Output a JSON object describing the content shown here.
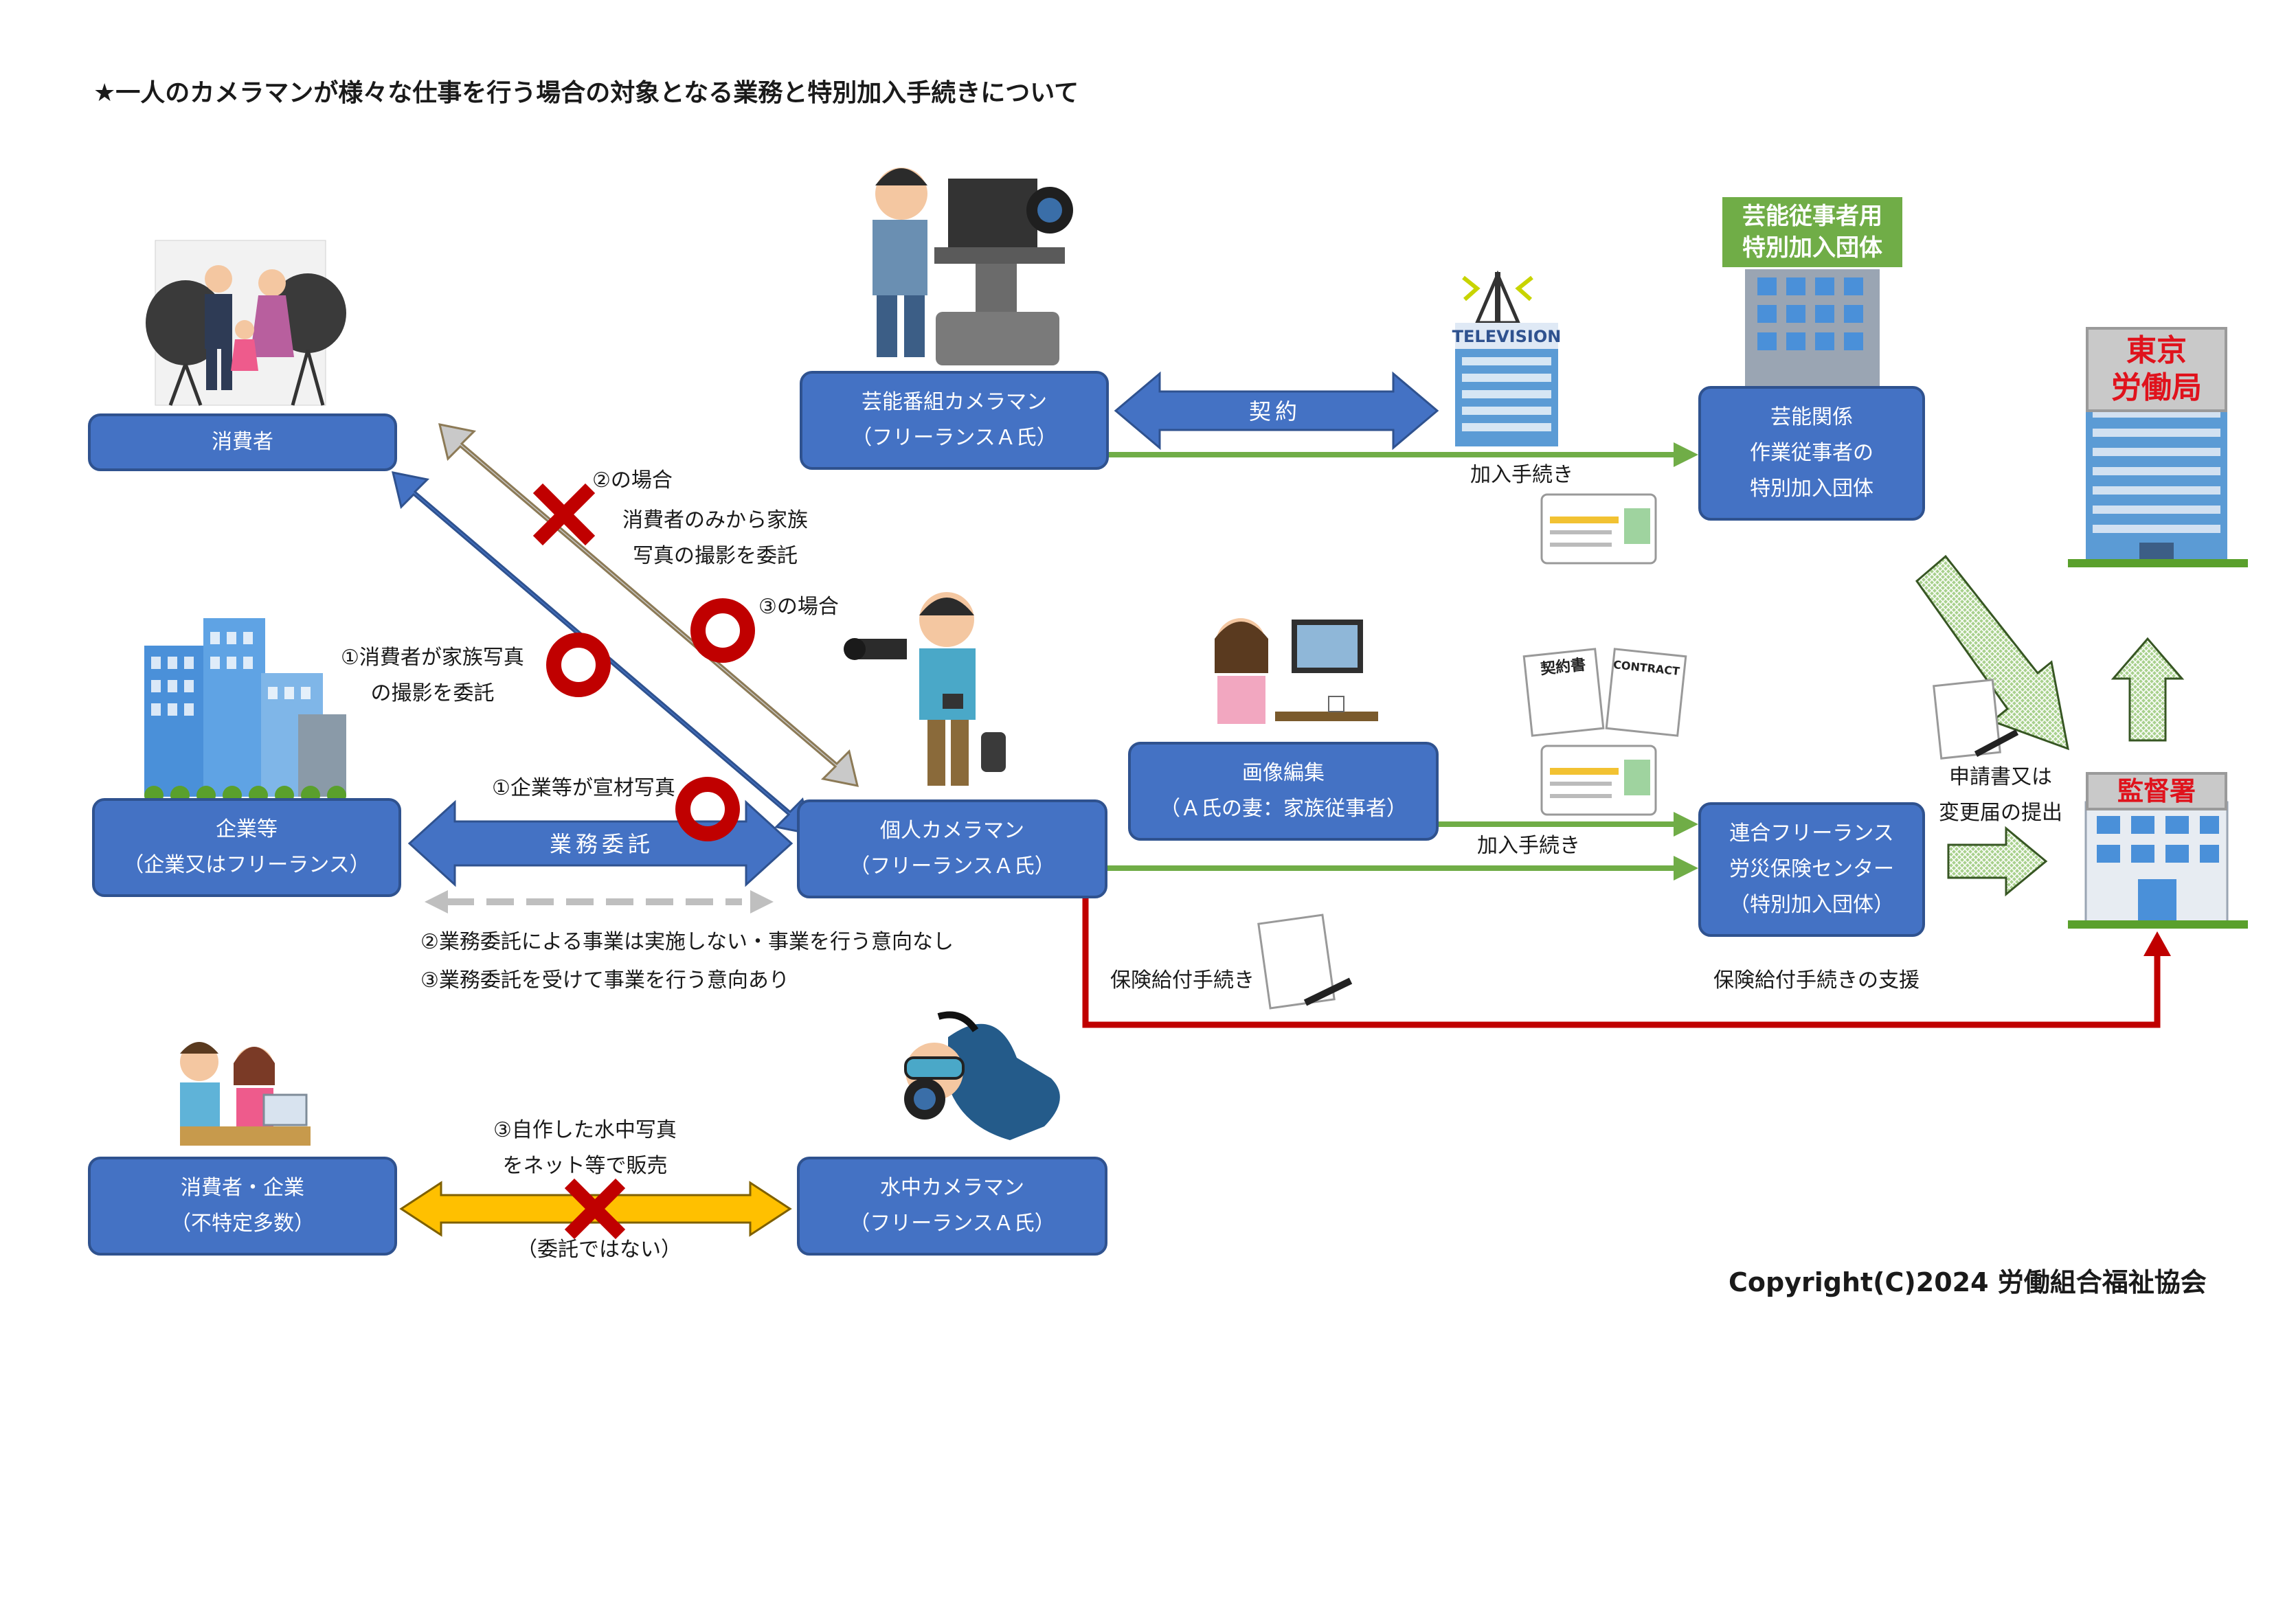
{
  "title": "★一人のカメラマンが様々な仕事を行う場合の対象となる業務と特別加入手続きについて",
  "copyright": "Copyright(C)2024 労働組合福祉協会",
  "nodes": {
    "consumer": "消費者",
    "company": [
      "企業等",
      "（企業又はフリーランス）"
    ],
    "consumer_business": [
      "消費者・企業",
      "（不特定多数）"
    ],
    "tv_cameraman": [
      "芸能番組カメラマン",
      "（フリーランスＡ氏）"
    ],
    "personal_cameraman": [
      "個人カメラマン",
      "（フリーランスＡ氏）"
    ],
    "underwater_cameraman": [
      "水中カメラマン",
      "（フリーランスＡ氏）"
    ],
    "image_editing": [
      "画像編集",
      "（Ａ氏の妻：家族従事者）"
    ],
    "entertainment_group": [
      "芸能関係",
      "作業従事者の",
      "特別加入団体"
    ],
    "freelance_center": [
      "連合フリーランス",
      "労災保険センター",
      "（特別加入団体）"
    ]
  },
  "signs": {
    "entertainment_building": [
      "芸能従事者用",
      "特別加入団体"
    ],
    "tokyo_labor_bureau": [
      "東京",
      "労働局"
    ],
    "inspection_office": "監督署",
    "television": "TELEVISION",
    "contract_jp": "契約書",
    "contract_en": "CONTRACT"
  },
  "arrows": {
    "contract": "契約",
    "business_consignment": "業務委託",
    "enrollment_top": "加入手続き",
    "enrollment_mid": "加入手続き",
    "benefit_procedure": "保険給付手続き",
    "benefit_support": "保険給付手続きの支援",
    "application": [
      "申請書又は",
      "変更届の提出"
    ]
  },
  "notes": {
    "case2_title": "②の場合",
    "case2_detail": [
      "消費者のみから家族",
      "写真の撮影を委託"
    ],
    "case3": "③の場合",
    "case1_consumer": [
      "①消費者が家族写真",
      "の撮影を委託"
    ],
    "case1_company": "①企業等が宣材写真",
    "case2_company": "②業務委託による事業は実施しない・事業を行う意向なし",
    "case3_company": "③業務委託を受けて事業を行う意向あり",
    "case3_underwater": [
      "③自作した水中写真",
      "をネット等で販売"
    ],
    "not_consignment": "（委託ではない）"
  }
}
